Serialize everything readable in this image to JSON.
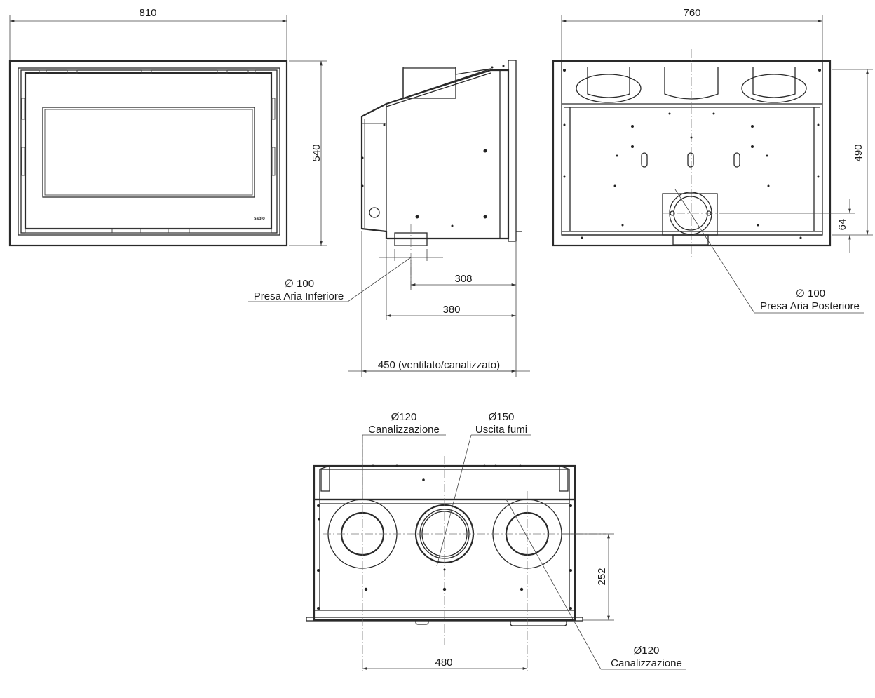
{
  "front_view": {
    "width_label": "810",
    "height_label": "540",
    "logo_text": "sabio"
  },
  "side_view": {
    "inlet_label_diameter": "∅ 100",
    "inlet_label_text": "Presa Aria Inferiore",
    "dim_308": "308",
    "dim_380": "380",
    "dim_450": "450 (ventilato/canalizzato)"
  },
  "rear_view": {
    "width_label": "760",
    "height_label": "490",
    "offset_label": "64",
    "inlet_label_diameter": "∅ 100",
    "inlet_label_text": "Presa Aria Posteriore"
  },
  "top_view": {
    "left_duct_diameter": "Ø120",
    "left_duct_text": "Canalizzazione",
    "flue_diameter": "Ø150",
    "flue_text": "Uscita fumi",
    "right_duct_diameter": "Ø120",
    "right_duct_text": "Canalizzazione",
    "depth_label": "252",
    "spacing_label": "480"
  }
}
